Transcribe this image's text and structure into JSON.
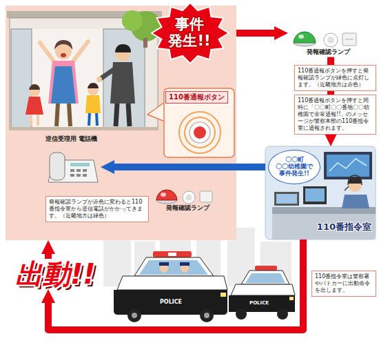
{
  "diagram": {
    "nodes": [
      {
        "text": [
          "事件 発生!!"
        ]
      },
      {
        "text": [
          "110番通報ボタン"
        ],
        "in": 0
      },
      {
        "text": [
          "発報確認ランプ"
        ]
      },
      {
        "text": [
          "110番通報ボタンを押すと発報確認ランプが緑色に点灯します。（近畿地方は赤色）"
        ]
      },
      {
        "text": [
          "110番通報ボタンを押すと同時に「〇〇町〇〇番地〇〇幼稚園で非常通報!!」のメッセージが警察本部の110番指令室に通報されます。"
        ]
      },
      {
        "text": [
          "110番指令室"
        ]
      },
      {
        "text": [
          "〇〇町 〇〇幼稚園で 事件発生!!"
        ],
        "in": 5
      },
      {
        "text": [
          "逆信受理用 電話機"
        ],
        "in": 0
      },
      {
        "text": [
          "発報確認ランプ"
        ],
        "in": 0
      },
      {
        "text": [
          "発報確認ランプが赤色に変わると110番指令室から逆信電話がかかってきます。（近畿地方は緑色）"
        ],
        "in": 0
      },
      {
        "text": [
          "出動!!"
        ]
      },
      {
        "text": [
          "110番指令室は警察署やパトカーに出動命令を出します。"
        ]
      }
    ],
    "edges": [
      {
        "from": 0,
        "to": 2,
        "arrow": "to"
      },
      {
        "from": 2,
        "to": 5,
        "arrow": "to"
      },
      {
        "from": 5,
        "to": 7,
        "arrow": "to"
      },
      {
        "from": 5,
        "to": 10,
        "arrow": "to"
      },
      {
        "from": 10,
        "to": 0,
        "arrow": "to"
      }
    ],
    "labels": [
      "POLICE",
      "POLICE"
    ]
  }
}
